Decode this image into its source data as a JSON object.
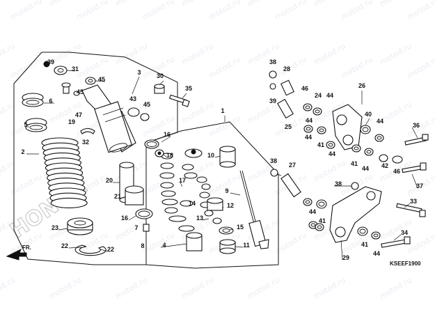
{
  "watermark": "motod.ru",
  "brand_text": "HONDA",
  "direction_label": "FR.",
  "diagram_code": "KSEEF1900",
  "callouts": [
    "1",
    "2",
    "3",
    "4",
    "5",
    "6",
    "7",
    "8",
    "9",
    "10",
    "11",
    "12",
    "13",
    "14",
    "15",
    "16",
    "17",
    "18",
    "19",
    "20",
    "21",
    "22",
    "23",
    "24",
    "25",
    "26",
    "27",
    "28",
    "29",
    "30",
    "31",
    "32",
    "33",
    "34",
    "35",
    "36",
    "37",
    "38",
    "39",
    "40",
    "41",
    "42",
    "43",
    "44",
    "45",
    "46",
    "47"
  ]
}
